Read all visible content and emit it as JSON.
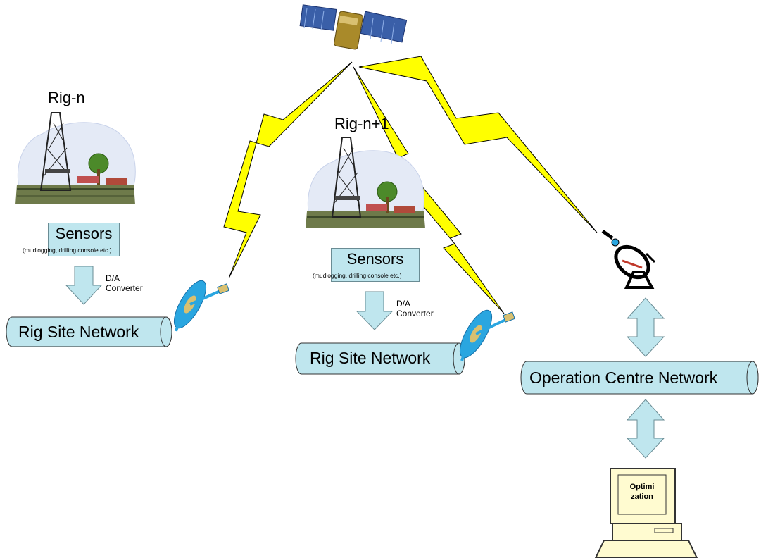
{
  "rigs": [
    {
      "title": "Rig-n",
      "sensors_label": "Sensors",
      "sensors_detail": "(mudlogging, drilling console etc.)",
      "converter_line1": "D/A",
      "converter_line2": "Converter",
      "network_label": "Rig Site Network"
    },
    {
      "title": "Rig-n+1",
      "sensors_label": "Sensors",
      "sensors_detail": "(mudlogging, drilling console etc.)",
      "converter_line1": "D/A",
      "converter_line2": "Converter",
      "network_label": "Rig Site Network"
    }
  ],
  "operation_centre": {
    "network_label": "Operation Centre Network",
    "computer_label_line1": "Optimi",
    "computer_label_line2": "zation"
  },
  "colors": {
    "lightning": "#ffff00",
    "pipe_fill": "#bfe6ee",
    "arrow_fill": "#bfe6ee",
    "dish_blue": "#2aa6e0",
    "computer_body": "#fffbd0"
  },
  "icons": {
    "satellite": "satellite-icon",
    "rig_illustration": "drilling-rig-icon",
    "rig_dish": "satellite-dish-icon",
    "ground_station": "ground-station-antenna-icon",
    "computer": "computer-icon"
  }
}
